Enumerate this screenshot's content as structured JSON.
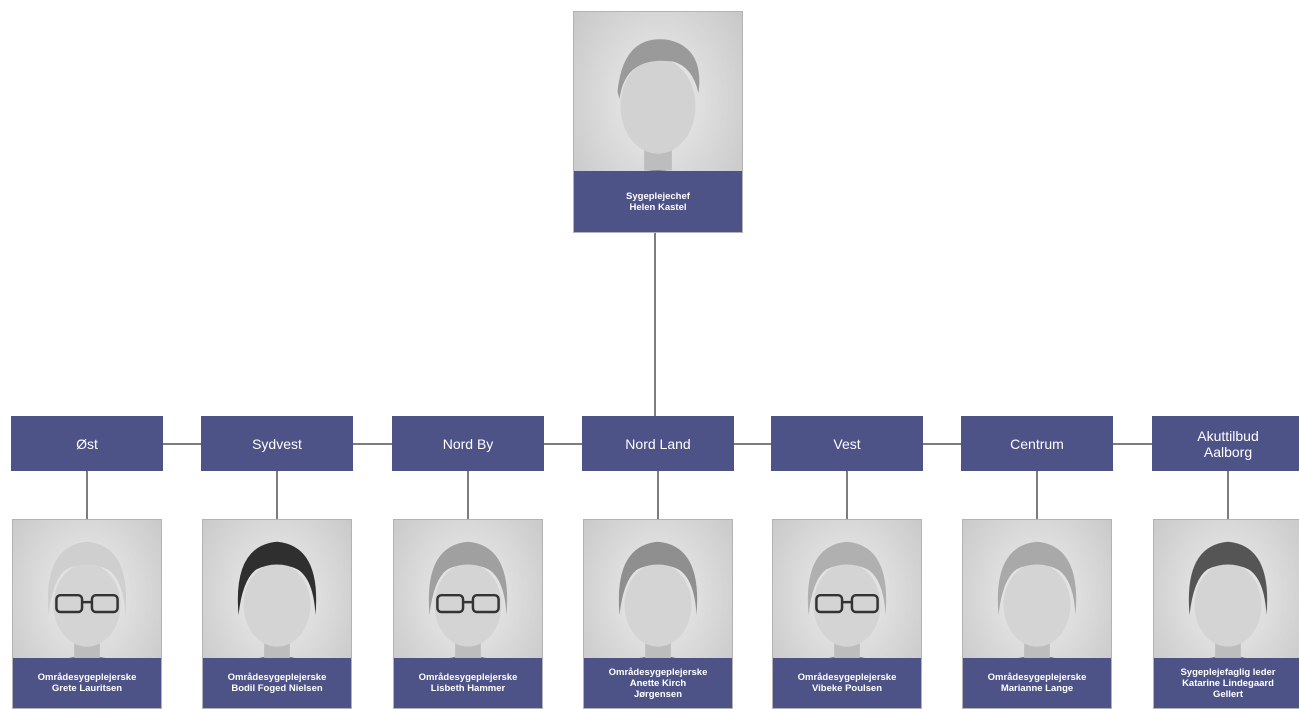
{
  "chief": {
    "title": "Sygeplejechef",
    "name": "Helen Kastel"
  },
  "regions": [
    {
      "label": [
        "Øst"
      ],
      "person": {
        "title": "Områdesygeplejerske",
        "name": [
          "Grete Lauritsen"
        ]
      }
    },
    {
      "label": [
        "Sydvest"
      ],
      "person": {
        "title": "Områdesygeplejerske",
        "name": [
          "Bodil Foged Nielsen"
        ]
      }
    },
    {
      "label": [
        "Nord By"
      ],
      "person": {
        "title": "Områdesygeplejerske",
        "name": [
          "Lisbeth Hammer"
        ]
      }
    },
    {
      "label": [
        "Nord Land"
      ],
      "person": {
        "title": "Områdesygeplejerske",
        "name": [
          "Anette Kirch",
          "Jørgensen"
        ]
      }
    },
    {
      "label": [
        "Vest"
      ],
      "person": {
        "title": "Områdesygeplejerske",
        "name": [
          "Vibeke Poulsen"
        ]
      }
    },
    {
      "label": [
        "Centrum"
      ],
      "person": {
        "title": "Områdesygeplejerske",
        "name": [
          "Marianne Lange"
        ]
      }
    },
    {
      "label": [
        "Akuttilbud",
        "Aalborg"
      ],
      "person": {
        "title": "Sygeplejefaglig leder",
        "name": [
          "Katarine Lindegaard",
          "Gellert"
        ]
      }
    }
  ],
  "colors": {
    "box": "#4d5287",
    "connector": "#7d7d7d"
  }
}
